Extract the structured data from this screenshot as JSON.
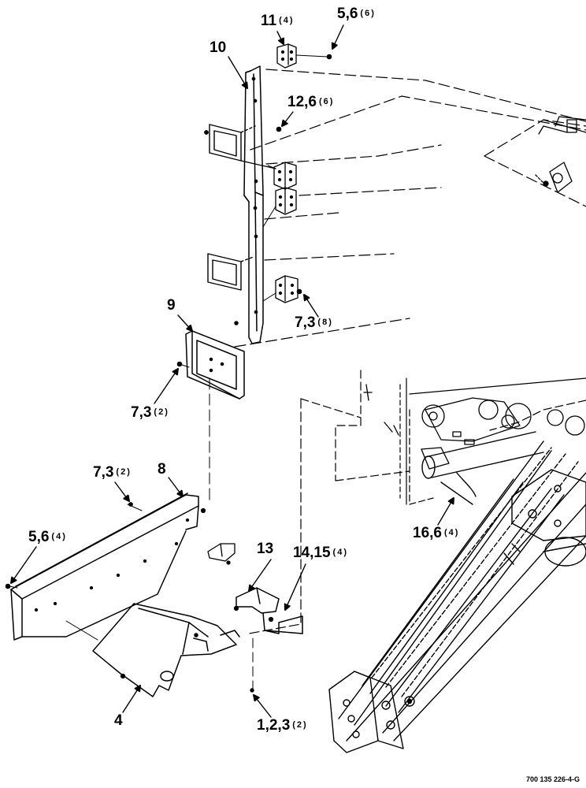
{
  "callouts": [
    {
      "id": "c11",
      "label": "11",
      "qty": "(4)"
    },
    {
      "id": "c56a",
      "label": "5,6",
      "qty": "(6)"
    },
    {
      "id": "c10",
      "label": "10",
      "qty": ""
    },
    {
      "id": "c126",
      "label": "12,6",
      "qty": "(6)"
    },
    {
      "id": "c73a",
      "label": "7,3",
      "qty": "(8)"
    },
    {
      "id": "c9",
      "label": "9",
      "qty": ""
    },
    {
      "id": "c73b",
      "label": "7,3",
      "qty": "(2)"
    },
    {
      "id": "c73c",
      "label": "7,3",
      "qty": "(2)"
    },
    {
      "id": "c8",
      "label": "8",
      "qty": ""
    },
    {
      "id": "c56b",
      "label": "5,6",
      "qty": "(4)"
    },
    {
      "id": "c13",
      "label": "13",
      "qty": ""
    },
    {
      "id": "c1415",
      "label": "14,15",
      "qty": "(4)"
    },
    {
      "id": "c166",
      "label": "16,6",
      "qty": "(4)"
    },
    {
      "id": "c4",
      "label": "4",
      "qty": ""
    },
    {
      "id": "c123",
      "label": "1,2,3",
      "qty": "(2)"
    }
  ],
  "document_number": "700 135 226-4-G"
}
